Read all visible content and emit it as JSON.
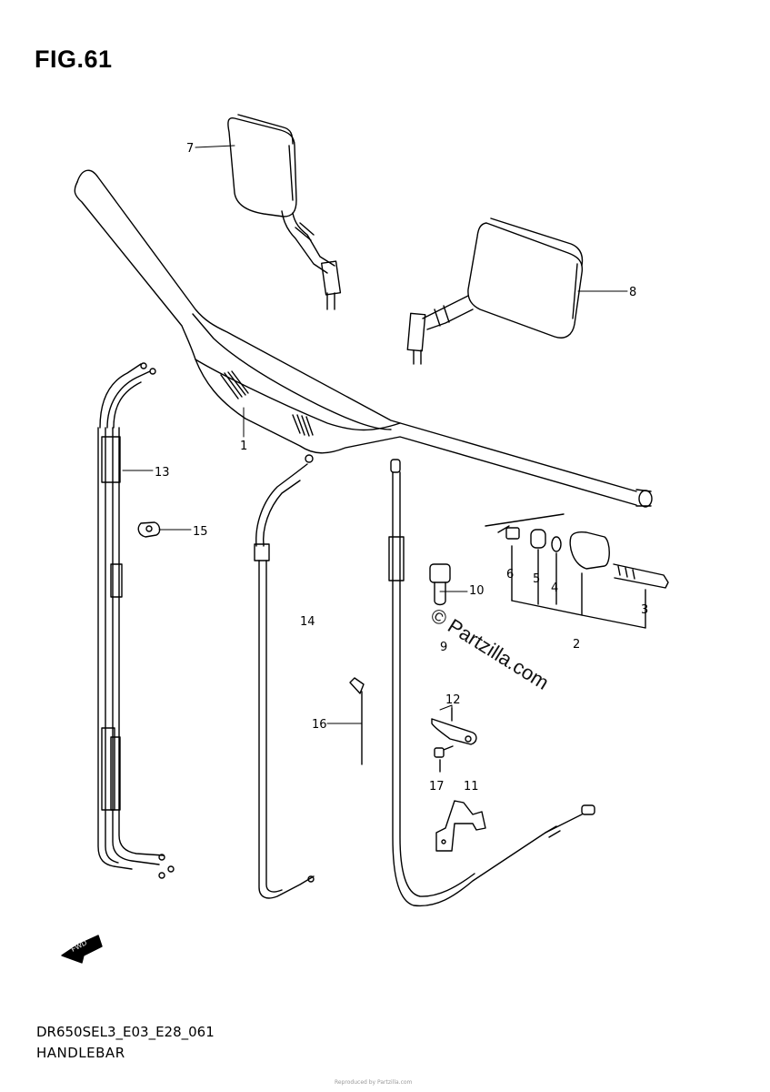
{
  "figure": {
    "title": "FIG.61",
    "code": "DR650SEL3_E03_E28_061",
    "name": "HANDLEBAR",
    "footer_note": "Reproduced by Partzilla.com"
  },
  "watermark": "© Partzilla.com",
  "callouts": [
    {
      "id": "7",
      "label": "7"
    },
    {
      "id": "8",
      "label": "8"
    },
    {
      "id": "1",
      "label": "1"
    },
    {
      "id": "13",
      "label": "13"
    },
    {
      "id": "15",
      "label": "15"
    },
    {
      "id": "14",
      "label": "14"
    },
    {
      "id": "10",
      "label": "10"
    },
    {
      "id": "9",
      "label": "9"
    },
    {
      "id": "6",
      "label": "6"
    },
    {
      "id": "5",
      "label": "5"
    },
    {
      "id": "4",
      "label": "4"
    },
    {
      "id": "3",
      "label": "3"
    },
    {
      "id": "2",
      "label": "2"
    },
    {
      "id": "12",
      "label": "12"
    },
    {
      "id": "16",
      "label": "16"
    },
    {
      "id": "17",
      "label": "17"
    },
    {
      "id": "11",
      "label": "11"
    }
  ],
  "fwd_badge": "FWD",
  "icons": [
    "fwd-arrow-icon"
  ]
}
